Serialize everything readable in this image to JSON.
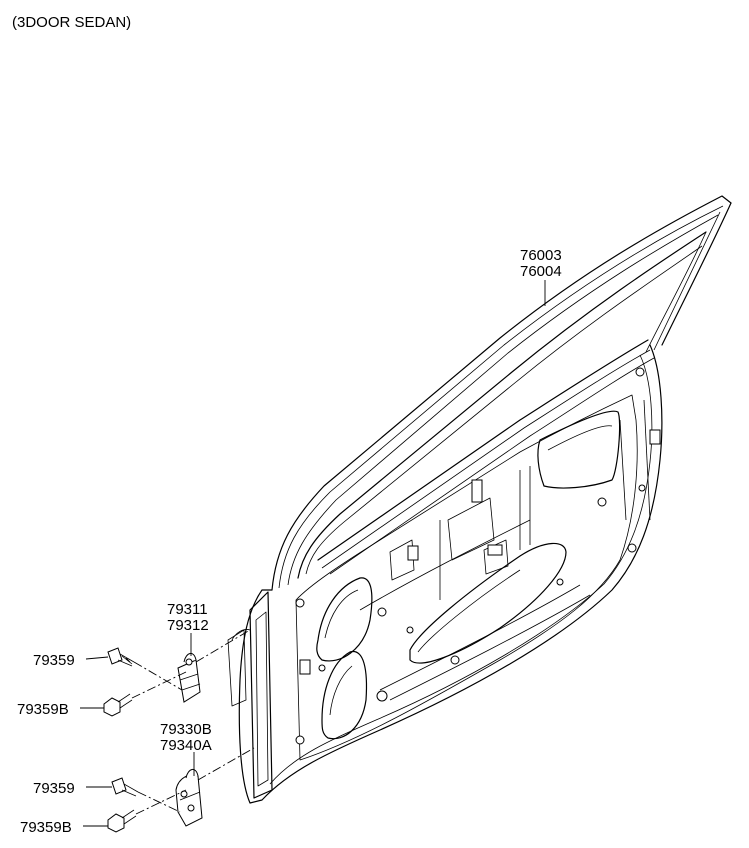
{
  "header": {
    "variant": "(3DOOR SEDAN)"
  },
  "parts": {
    "door_panel": {
      "line1": "76003",
      "line2": "76004"
    },
    "upper_hinge": {
      "line1": "79311",
      "line2": "79312"
    },
    "lower_hinge": {
      "line1": "79330B",
      "line2": "79340A"
    },
    "bolt_upper_a": "79359",
    "bolt_upper_b": "79359B",
    "bolt_lower_a": "79359",
    "bolt_lower_b": "79359B"
  }
}
